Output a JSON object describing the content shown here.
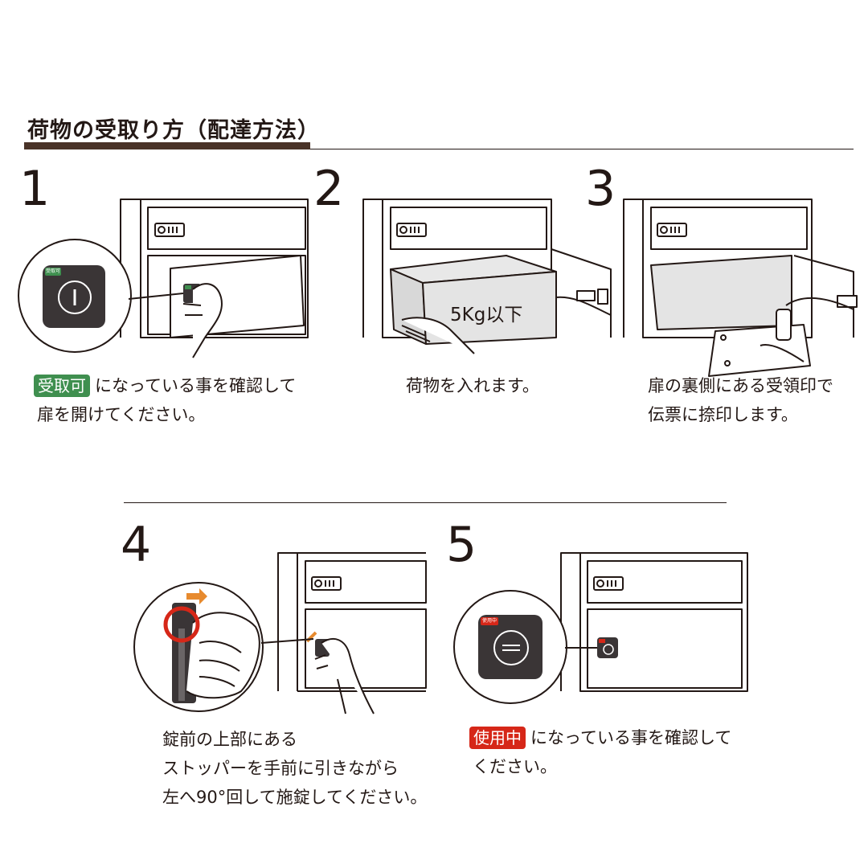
{
  "header": {
    "title": "荷物の受取り方（配達方法）"
  },
  "steps": [
    {
      "number": "1",
      "badge": "受取可",
      "badge_small": "受取可",
      "line1": "になっている事を確認して",
      "line2": "扉を開けてください。"
    },
    {
      "number": "2",
      "box_label": "5Kg以下",
      "line1": "荷物を入れます。"
    },
    {
      "number": "3",
      "line1": "扉の裏側にある受領印で",
      "line2": "伝票に捺印します。"
    },
    {
      "number": "4",
      "line1": "錠前の上部にある",
      "line2": "ストッパーを手前に引きながら",
      "line3": "左へ90°回して施錠してください。"
    },
    {
      "number": "5",
      "badge": "使用中",
      "badge_small": "使用中",
      "line1": "になっている事を確認して",
      "line2": "ください。"
    }
  ],
  "colors": {
    "ok_green": "#3f8f4f",
    "in_use_red": "#d62718",
    "title_bar": "#4a3328",
    "lock_dark": "#3a3536"
  }
}
